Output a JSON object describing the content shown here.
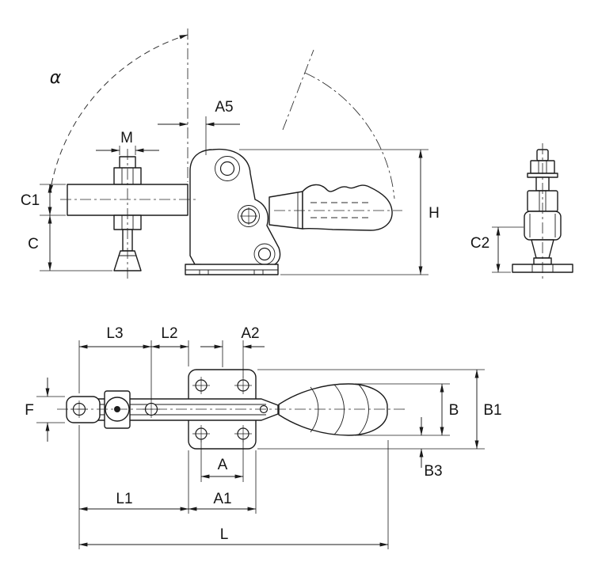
{
  "app": {
    "background": "#ffffff",
    "line_color": "#1b1b1b"
  },
  "views": {
    "side": {
      "name": "side-view",
      "labels": {
        "alpha": "α",
        "a5": "A5",
        "m": "M",
        "c1": "C1",
        "c": "C",
        "h": "H"
      }
    },
    "end": {
      "name": "end-view",
      "labels": {
        "c2": "C2"
      }
    },
    "plan": {
      "name": "plan-view",
      "labels": {
        "l3": "L3",
        "l2": "L2",
        "a2": "A2",
        "f": "F",
        "b": "B",
        "b1": "B1",
        "b3": "B3",
        "a": "A",
        "a1": "A1",
        "l1": "L1",
        "l": "L"
      }
    }
  }
}
